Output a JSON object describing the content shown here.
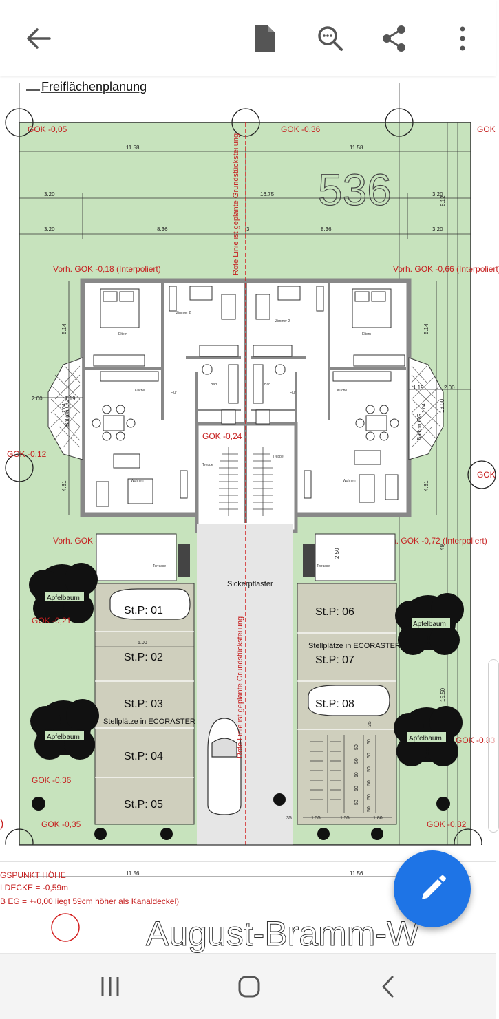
{
  "toolbar": {
    "icons": [
      "back-arrow-icon",
      "document-icon",
      "zoom-search-icon",
      "share-icon",
      "more-vert-icon"
    ]
  },
  "plan": {
    "title": "Freiflächenplanung",
    "handwritten_number": "536",
    "gok_top_left": "GOK -0,05",
    "gok_top_center": "GOK -0,36",
    "gok_top_right": "GOK",
    "gok_left_mid": "GOK -0,12",
    "gok_right_mid": "GOK",
    "gok_center": "GOK -0,24",
    "gok_apfel_left_1": "GOK -0,21",
    "gok_apfel_left_2": "GOK -0,36",
    "gok_bottom_left": "GOK -0,35",
    "gok_bottom_right": "GOK -0,82",
    "gok_right_83": "GOK -0,83",
    "vorh_tl": "Vorh. GOK -0,18 (Interpoliert)",
    "vorh_tr": "Vorh. GOK -0,66 (Interpoliert)",
    "vorh_bl": "Vorh. GOK -0,27 (Interpoliert)",
    "vorh_br": "Vorh. GOK -0,72 (Interpoliert)",
    "red_line_label": "Rote Linie ist geplante Grundstücksteilung",
    "sickerpflaster": "Sickerpflaster",
    "stellplaetze": "Stellplätze in ECORASTER",
    "apfelbaum": "Apfelbaum",
    "balkon": "Balkon OG",
    "parking": [
      "St.P: 01",
      "St.P: 02",
      "St.P: 03",
      "St.P: 04",
      "St.P: 05",
      "St.P: 06",
      "St.P: 07",
      "St.P: 08"
    ],
    "rooms": {
      "eltern": "Eltern",
      "zimmer2": "Zimmer 2",
      "kueche": "Küche",
      "flur": "Flur",
      "bad": "Bad",
      "treppe": "Treppe",
      "wohnen": "Wohnen",
      "terrasse": "Terrasse"
    },
    "dims": {
      "d1158": "11.58",
      "d320": "3.20",
      "d1675": "16.75",
      "d836": "8.36",
      "d3": "3",
      "d812": "8.12",
      "d514": "5.14",
      "d200": "2.00",
      "d119": "1.19",
      "d104": "1.04",
      "d1300": "13.00",
      "d481": "4.81",
      "d250": "2.50",
      "d500": "5.00",
      "d1550": "15.50",
      "d35": "35",
      "d155": "1.55",
      "d180": "1.80",
      "d50": "50",
      "d1156": "11.56",
      "d49": "49"
    },
    "legend": {
      "line1": "GSPUNKT HÖHE",
      "line2": "LDECKE = -0,59m",
      "line3": "B EG = +-0,00 liegt 59cm höher als Kanaldeckel)"
    },
    "street_name": "August-Bramm-W",
    "bracket": ")"
  },
  "colors": {
    "lawn": "#c7e3bd",
    "parking": "#cfcfbd",
    "road": "#e6e6e6",
    "red": "#d42020",
    "fab": "#1e74e6"
  }
}
